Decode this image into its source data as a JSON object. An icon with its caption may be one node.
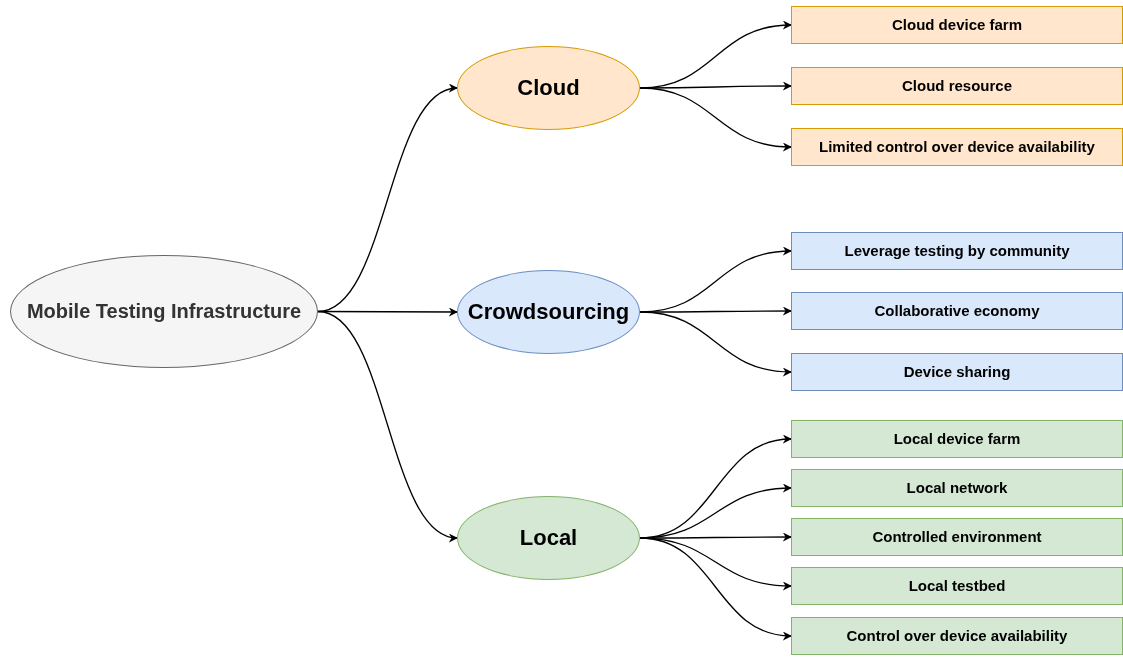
{
  "diagram": {
    "nodes": [
      {
        "text": [
          "Mobile Testing Infrastructure"
        ]
      },
      {
        "text": [
          "Cloud"
        ]
      },
      {
        "text": [
          "Cloud device farm"
        ]
      },
      {
        "text": [
          "Cloud resource"
        ]
      },
      {
        "text": [
          "Limited control over device availability"
        ]
      },
      {
        "text": [
          "Crowdsourcing"
        ]
      },
      {
        "text": [
          "Leverage testing by community"
        ]
      },
      {
        "text": [
          "Collaborative economy"
        ]
      },
      {
        "text": [
          "Device sharing"
        ]
      },
      {
        "text": [
          "Local"
        ]
      },
      {
        "text": [
          "Local device farm"
        ]
      },
      {
        "text": [
          "Local network"
        ]
      },
      {
        "text": [
          "Controlled environment"
        ]
      },
      {
        "text": [
          "Local testbed"
        ]
      },
      {
        "text": [
          "Control over device availability"
        ]
      }
    ],
    "edges": [
      {
        "from": 0,
        "to": 1,
        "arrow": "to"
      },
      {
        "from": 0,
        "to": 5,
        "arrow": "to"
      },
      {
        "from": 0,
        "to": 9,
        "arrow": "to"
      },
      {
        "from": 1,
        "to": 2,
        "arrow": "to"
      },
      {
        "from": 1,
        "to": 3,
        "arrow": "to"
      },
      {
        "from": 1,
        "to": 4,
        "arrow": "to"
      },
      {
        "from": 5,
        "to": 6,
        "arrow": "to"
      },
      {
        "from": 5,
        "to": 7,
        "arrow": "to"
      },
      {
        "from": 5,
        "to": 8,
        "arrow": "to"
      },
      {
        "from": 9,
        "to": 10,
        "arrow": "to"
      },
      {
        "from": 9,
        "to": 11,
        "arrow": "to"
      },
      {
        "from": 9,
        "to": 12,
        "arrow": "to"
      },
      {
        "from": 9,
        "to": 13,
        "arrow": "to"
      },
      {
        "from": 9,
        "to": 14,
        "arrow": "to"
      }
    ]
  }
}
